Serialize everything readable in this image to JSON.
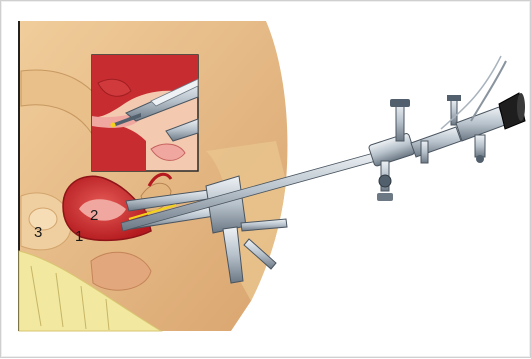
{
  "figure": {
    "labels": [
      {
        "id": "label-1",
        "text": "1"
      },
      {
        "id": "label-2",
        "text": "2"
      },
      {
        "id": "label-3",
        "text": "3"
      }
    ]
  },
  "colors": {
    "tissue": "#e3b680",
    "tissue_light": "#efcfa0",
    "uterus": "#c9282c",
    "uterus_light": "#f0a7a0",
    "instrument": "#b8c4cf",
    "instrument_dark": "#52606e",
    "fat": "#f2e8a0"
  }
}
